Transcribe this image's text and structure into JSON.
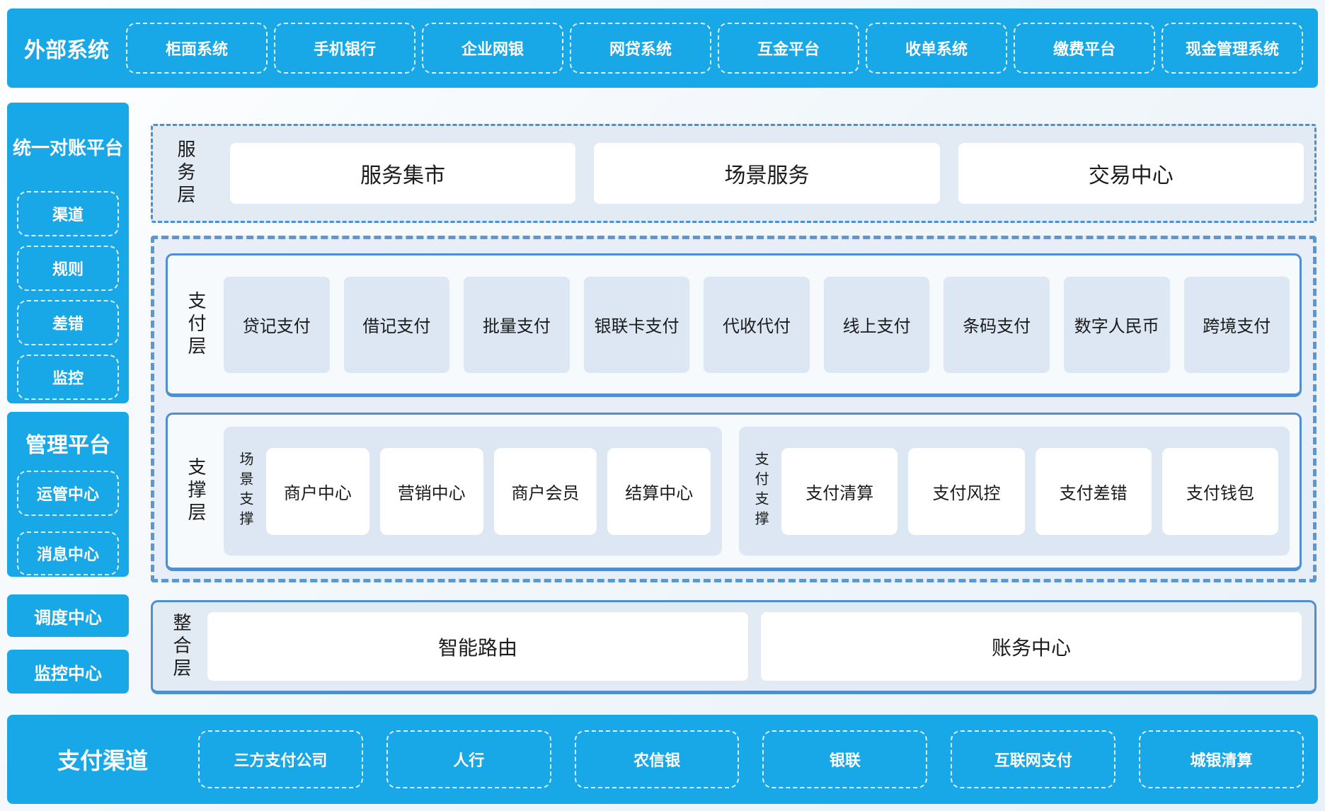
{
  "colors": {
    "accent_blue": "#18a7e7",
    "border_blue": "#4f8fd0",
    "dashed_blue": "#5b97d1",
    "panel_bg": "#e2eaf4",
    "item_bg": "#dce7f3"
  },
  "top_bar": {
    "title": "外部系统",
    "items": [
      "柜面系统",
      "手机银行",
      "企业网银",
      "网贷系统",
      "互金平台",
      "收单系统",
      "缴费平台",
      "现金管理系统"
    ]
  },
  "sidebar": {
    "reconciliation": {
      "title": "统一对账平台",
      "items": [
        "渠道",
        "规则",
        "差错",
        "监控"
      ]
    },
    "management": {
      "title": "管理平台",
      "items": [
        "运管中心",
        "消息中心"
      ]
    },
    "dispatch_center": "调度中心",
    "monitor_center": "监控中心"
  },
  "service_layer": {
    "label": "服务层",
    "items": [
      "服务集市",
      "场景服务",
      "交易中心"
    ]
  },
  "payment_layer": {
    "label": "支付层",
    "items": [
      "贷记支付",
      "借记支付",
      "批量支付",
      "银联卡支付",
      "代收代付",
      "线上支付",
      "条码支付",
      "数字人民币",
      "跨境支付"
    ]
  },
  "support_layer": {
    "label": "支撑层",
    "groups": [
      {
        "label": "场景支撑",
        "items": [
          "商户中心",
          "营销中心",
          "商户会员",
          "结算中心"
        ]
      },
      {
        "label": "支付支撑",
        "items": [
          "支付清算",
          "支付风控",
          "支付差错",
          "支付钱包"
        ]
      }
    ]
  },
  "integration_layer": {
    "label": "整合层",
    "items": [
      "智能路由",
      "账务中心"
    ]
  },
  "bottom_bar": {
    "title": "支付渠道",
    "items": [
      "三方支付公司",
      "人行",
      "农信银",
      "银联",
      "互联网支付",
      "城银清算"
    ]
  }
}
